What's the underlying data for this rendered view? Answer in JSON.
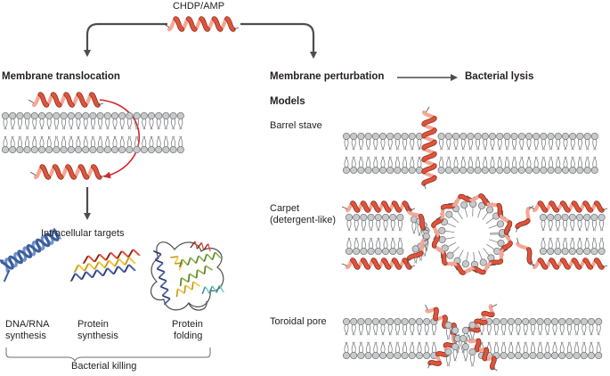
{
  "title": "CHDP/AMP",
  "left": {
    "heading": "Membrane translocation",
    "intracellular_targets": "Intracellular targets",
    "targets": [
      {
        "line1": "DNA/RNA",
        "line2": "synthesis"
      },
      {
        "line1": "Protein",
        "line2": "synthesis"
      },
      {
        "line1": "Protein",
        "line2": "folding"
      }
    ],
    "outcome": "Bacterial killing"
  },
  "right": {
    "heading": "Membrane perturbation",
    "result": "Bacterial lysis",
    "models_title": "Models",
    "models": [
      {
        "line1": "Barrel stave"
      },
      {
        "line1": "Carpet",
        "line2": "(detergent-like)"
      },
      {
        "line1": "Toroidal pore"
      }
    ]
  },
  "colors": {
    "helix_front": "#e0533a",
    "helix_back": "#f4a795",
    "lipid_head": "#c8c9cb",
    "lipid_stroke": "#6d6e71",
    "arrow_dark": "#4d4d4f",
    "arrow_red": "#d7262c",
    "dna": "#3a5f9c",
    "protein_blue": "#4f5fa6",
    "protein_yellow": "#f1c531",
    "protein_green": "#8ab648",
    "protein_teal": "#6bc7be"
  }
}
